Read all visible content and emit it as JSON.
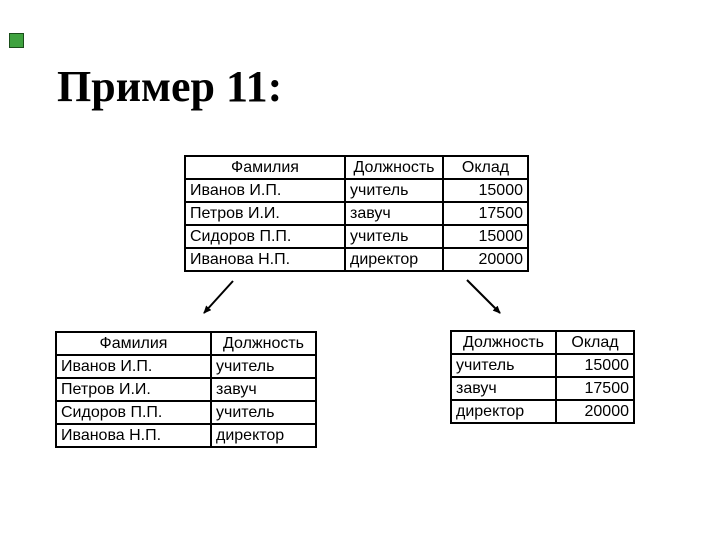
{
  "slide": {
    "title": "Пример 11:",
    "background_color": "#ffffff",
    "text_color": "#000000",
    "accent_square_color": "#3fa23f",
    "table_border_color": "#000000"
  },
  "icons": {
    "left_arrow": "arrow-down-left",
    "right_arrow": "arrow-down-right"
  },
  "tables": {
    "source": {
      "columns": [
        "Фамилия",
        "Должность",
        "Оклад"
      ],
      "rows": [
        [
          "Иванов И.П.",
          "учитель",
          "15000"
        ],
        [
          "Петров И.И.",
          "завуч",
          "17500"
        ],
        [
          "Сидоров П.П.",
          "учитель",
          "15000"
        ],
        [
          "Иванова Н.П.",
          "директор",
          "20000"
        ]
      ]
    },
    "families": {
      "columns": [
        "Фамилия",
        "Должность"
      ],
      "rows": [
        [
          "Иванов И.П.",
          "учитель"
        ],
        [
          "Петров И.И.",
          "завуч"
        ],
        [
          "Сидоров П.П.",
          "учитель"
        ],
        [
          "Иванова Н.П.",
          "директор"
        ]
      ]
    },
    "salaries": {
      "columns": [
        "Должность",
        "Оклад"
      ],
      "rows": [
        [
          "учитель",
          "15000"
        ],
        [
          "завуч",
          "17500"
        ],
        [
          "директор",
          "20000"
        ]
      ]
    }
  }
}
